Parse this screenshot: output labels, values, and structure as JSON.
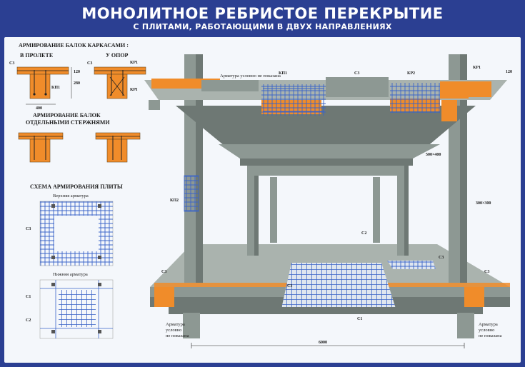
{
  "header": {
    "title": "МОНОЛИТНОЕ РЕБРИСТОЕ ПЕРЕКРЫТИЕ",
    "subtitle": "С ПЛИТАМИ, РАБОТАЮЩИМИ В ДВУХ НАПРАВЛЕНИЯХ"
  },
  "left": {
    "beams_frames_heading": "АРМИРОВАНИЕ БАЛОК КАРКАСАМИ :",
    "in_span": "В ПРОЛЕТЕ",
    "at_supports": "У ОПОР",
    "c3": "С3",
    "kp1": "КП1",
    "kr1": "КР1",
    "kr1_b": "КРI",
    "dim_400": "400",
    "dim_120": "120",
    "dim_280": "280",
    "beams_bars_heading_1": "АРМИРОВАНИЕ БАЛОК",
    "beams_bars_heading_2": "ОТДЕЛЬНЫМИ СТЕРЖНЯМИ",
    "slab_scheme_heading": "СХЕМА АРМИРОВАНИЯ ПЛИТЫ",
    "top_reinf": "Верхняя арматура",
    "bottom_reinf": "Нижняя арматура",
    "c1": "С1",
    "c2": "С2"
  },
  "main": {
    "rebar_note_top": "Арматура условно не показана",
    "kp1": "КП1",
    "c3": "С3",
    "kr2": "КР2",
    "kr1": "КР1",
    "dim_120": "120",
    "dim_500x400": "500×400",
    "kp2": "КП2",
    "dim_300x300": "300×300",
    "c2": "С2",
    "c1": "С1",
    "rebar_left_1": "Арматура",
    "rebar_left_2": "условно",
    "rebar_left_3": "не показана",
    "rebar_right_1": "Арматура",
    "rebar_right_2": "условно",
    "rebar_right_3": "не показана",
    "dim_6000": "6000"
  },
  "colors": {
    "background": "#2b3f92",
    "panel": "#f4f7fb",
    "concrete": "#8d9893",
    "concrete_dark": "#6e7874",
    "concrete_light": "#aab3ae",
    "orange": "#f08c2a",
    "rebar": "#3a64c8"
  }
}
